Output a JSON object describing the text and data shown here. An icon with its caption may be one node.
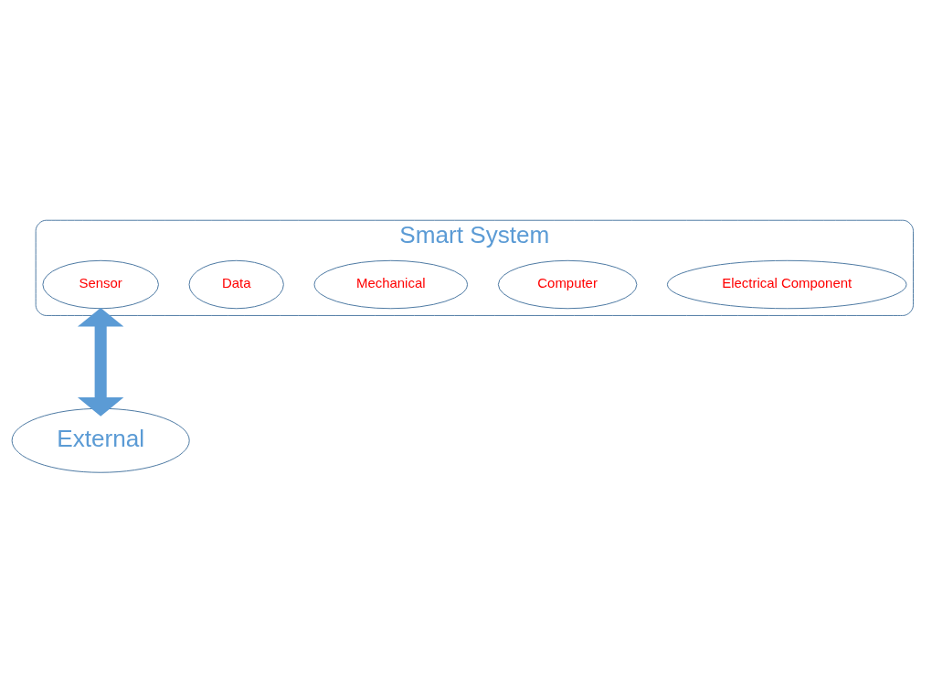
{
  "diagram": {
    "nodes": [
      {
        "text": [
          "Smart System"
        ]
      },
      {
        "text": [
          "Electrical Component"
        ],
        "in": 0
      },
      {
        "text": [
          "Computer"
        ],
        "in": 0
      },
      {
        "text": [
          "Mechanical"
        ],
        "in": 0
      },
      {
        "text": [
          "Data"
        ],
        "in": 0
      },
      {
        "text": [
          "Sensor"
        ],
        "in": 0
      },
      {
        "text": [
          "External"
        ]
      }
    ],
    "edges": [
      {
        "from": 0,
        "to": 6,
        "arrow": "both"
      }
    ]
  }
}
